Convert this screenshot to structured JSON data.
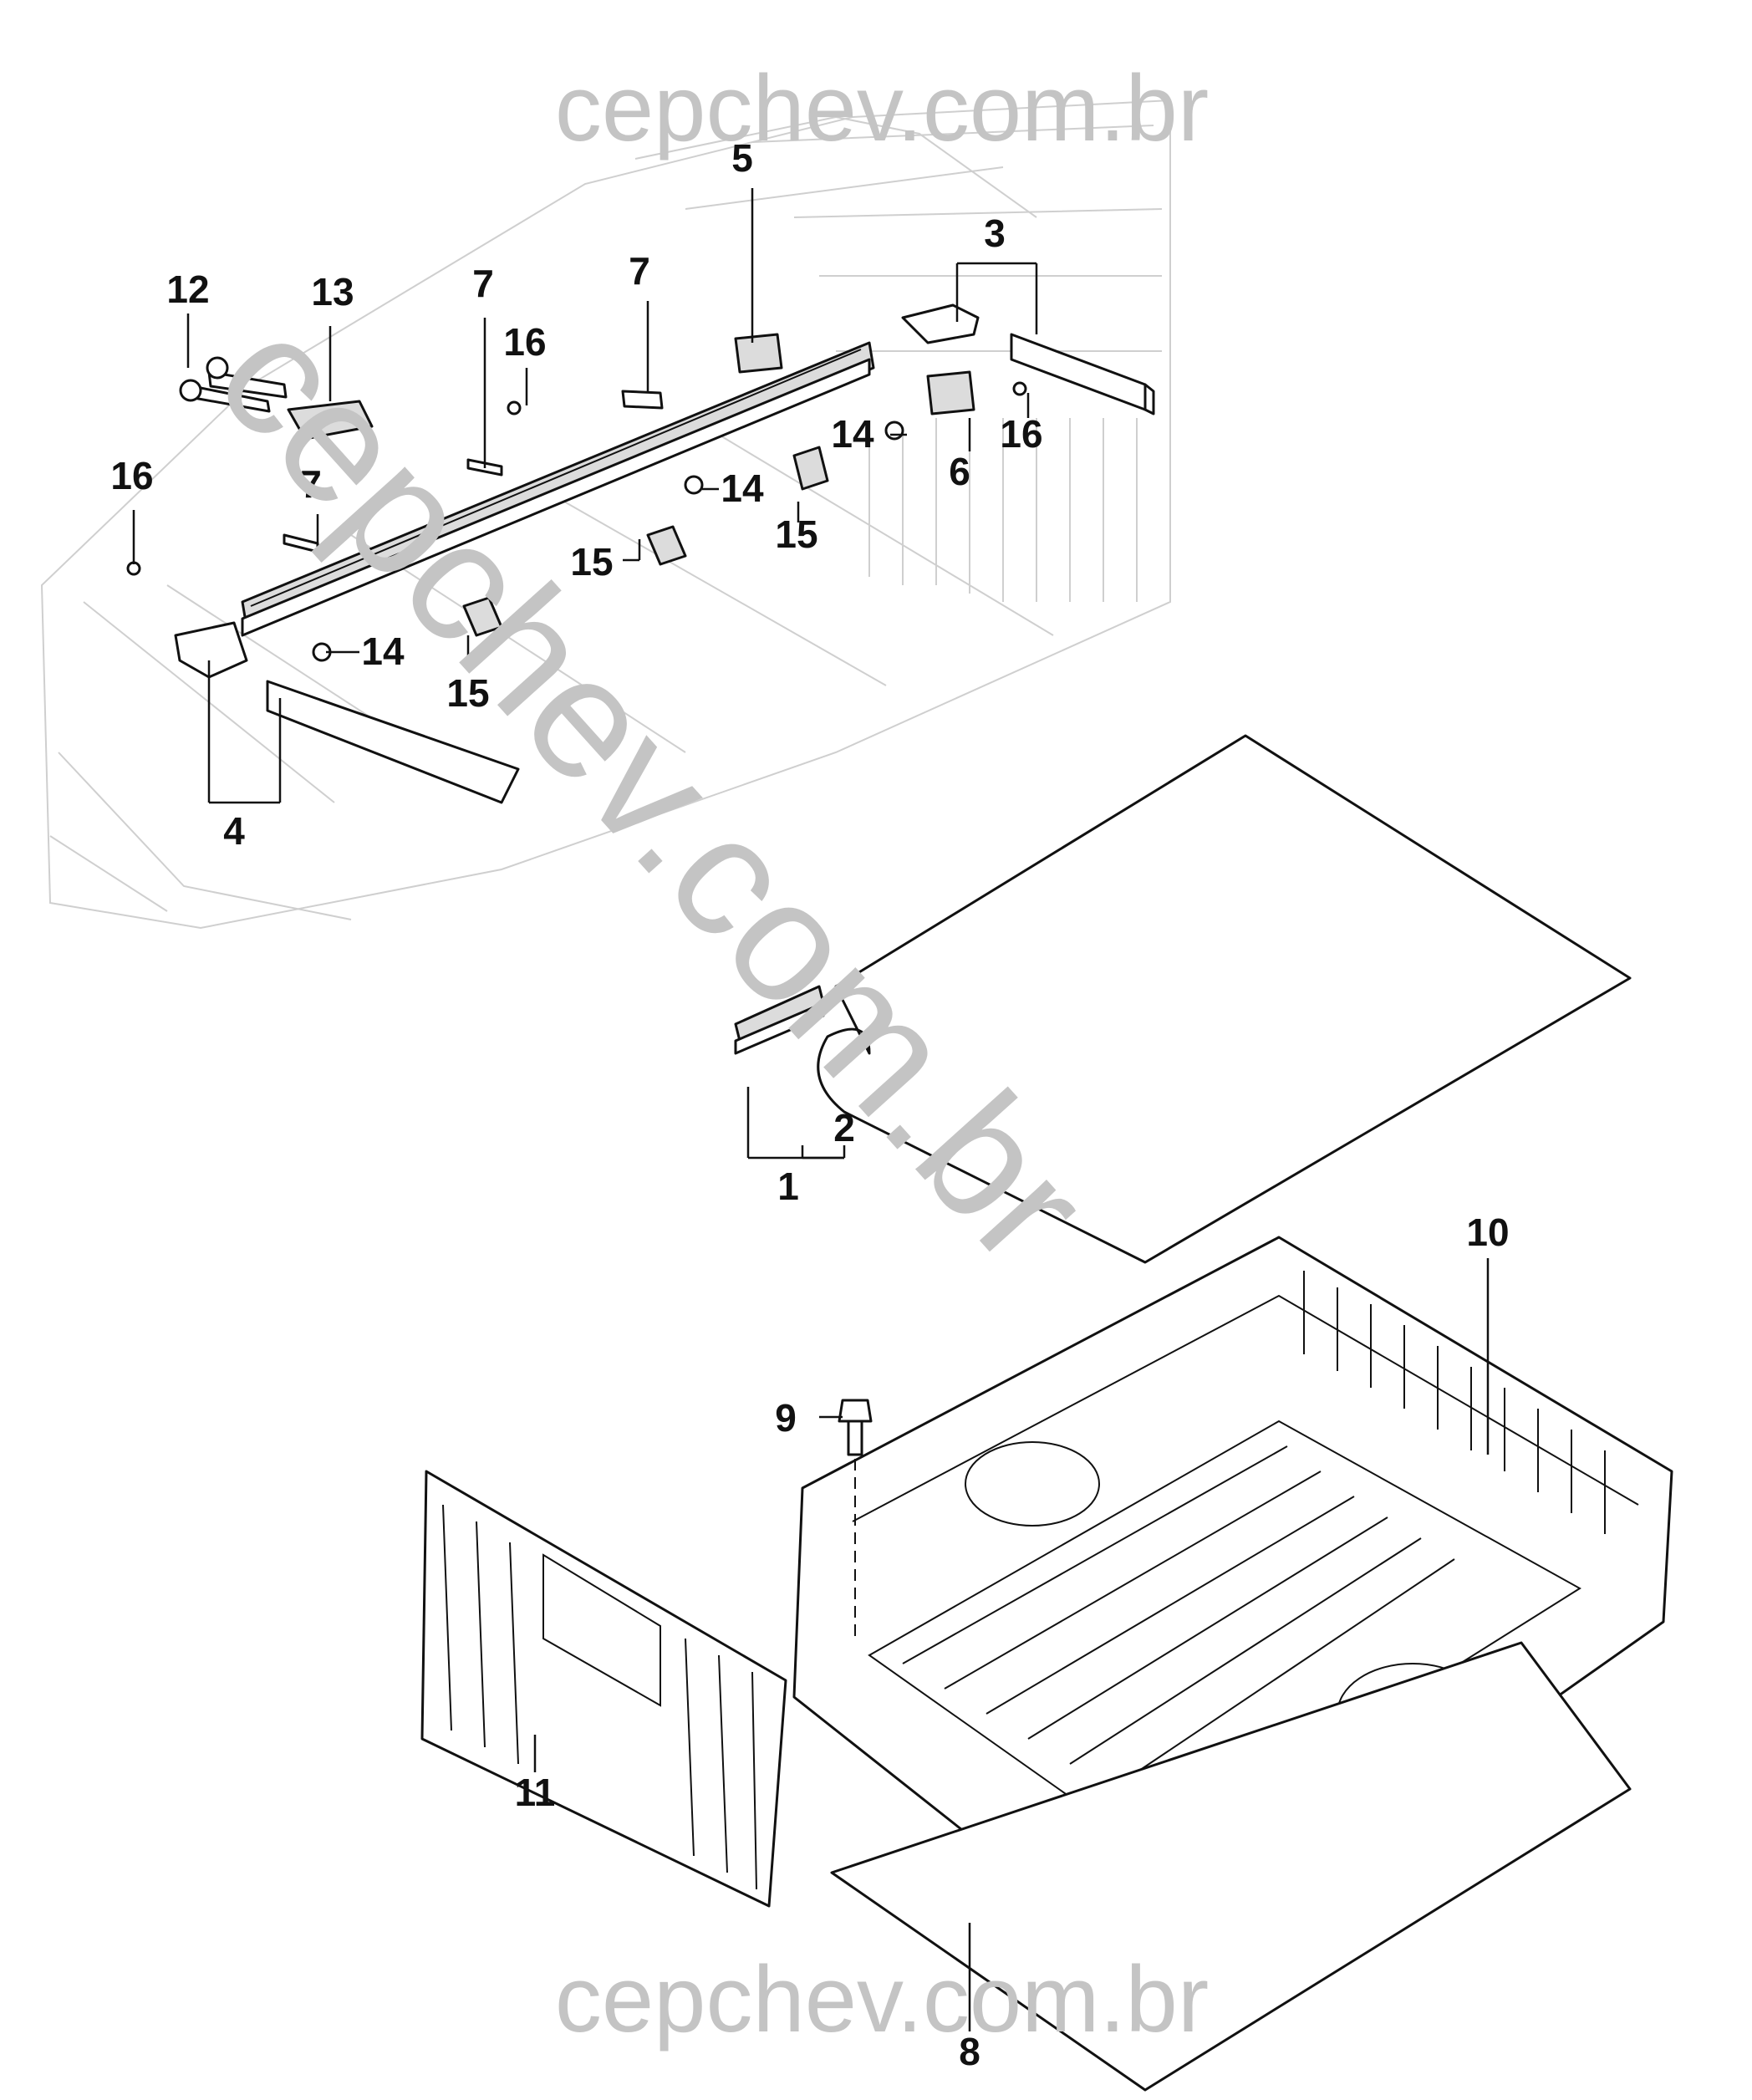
{
  "watermark": {
    "top": "cepchev.com.br",
    "diagonal": "cepchev.com.br",
    "bottom": "cepchev.com.br"
  },
  "callouts": {
    "c1": "1",
    "c2": "2",
    "c3": "3",
    "c4": "4",
    "c5": "5",
    "c6": "6",
    "c7a": "7",
    "c7b": "7",
    "c7c": "7",
    "c8": "8",
    "c9": "9",
    "c10": "10",
    "c11": "11",
    "c12": "12",
    "c13": "13",
    "c14a": "14",
    "c14b": "14",
    "c14c": "14",
    "c15a": "15",
    "c15b": "15",
    "c15c": "15",
    "c16a": "16",
    "c16b": "16",
    "c16c": "16"
  },
  "colors": {
    "line": "#111111",
    "watermark": "#c4c4c4",
    "ghost": "#cfcfcf",
    "background": "#ffffff"
  }
}
